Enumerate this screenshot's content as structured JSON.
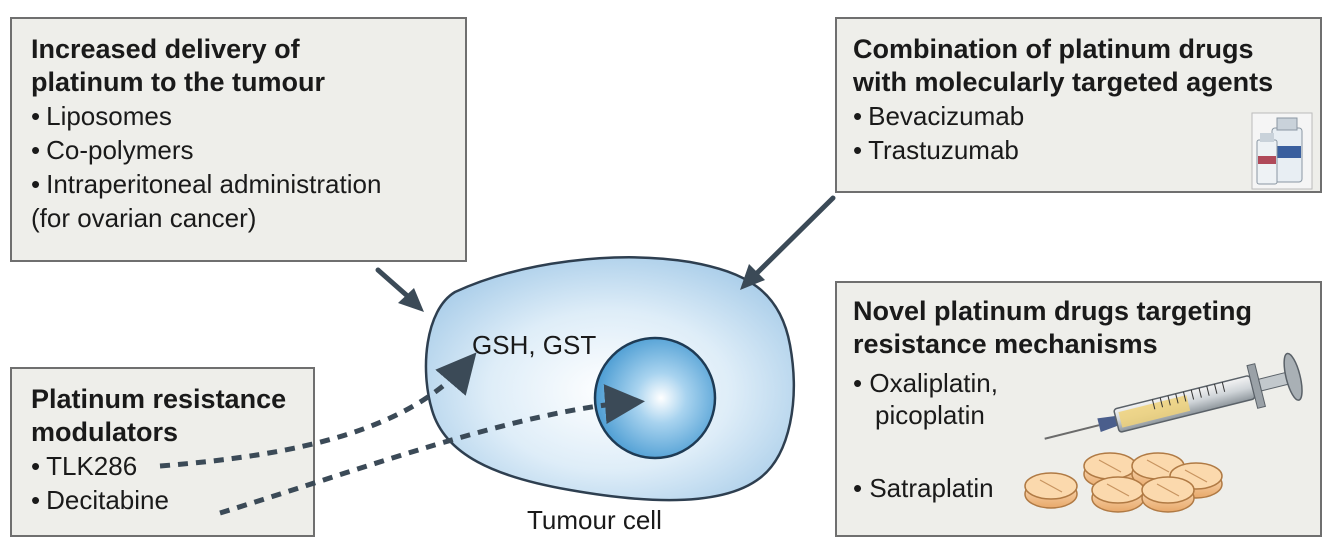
{
  "panels": {
    "delivery": {
      "title_line1": "Increased delivery of",
      "title_line2": "platinum to the tumour",
      "items": [
        "Liposomes",
        "Co-polymers",
        "Intraperitoneal administration"
      ],
      "continuation": "(for ovarian cancer)"
    },
    "combination": {
      "title_line1": "Combination of platinum drugs",
      "title_line2": "with molecularly targeted agents",
      "items": [
        "Bevacizumab",
        "Trastuzumab"
      ]
    },
    "modulators": {
      "title_line1": "Platinum resistance",
      "title_line2": "modulators",
      "items": [
        "TLK286",
        "Decitabine"
      ]
    },
    "novel": {
      "title_line1": "Novel platinum drugs targeting",
      "title_line2": "resistance mechanisms",
      "items": [
        "Oxaliplatin,",
        "picoplatin",
        "Satraplatin"
      ]
    }
  },
  "bullet": "•",
  "cell": {
    "cytoplasm_label": "GSH, GST",
    "cell_label": "Tumour cell"
  },
  "colors": {
    "panel_bg": "#eeeeea",
    "panel_border": "#6f6f6f",
    "arrow": "#3b4a57",
    "cell_fill": "#c6def0",
    "nucleus_fill": "#5aa6d6",
    "tablet_fill": "#f1c08d"
  },
  "icons": [
    "drug-vials-icon",
    "syringe-icon",
    "tablets-icon"
  ]
}
